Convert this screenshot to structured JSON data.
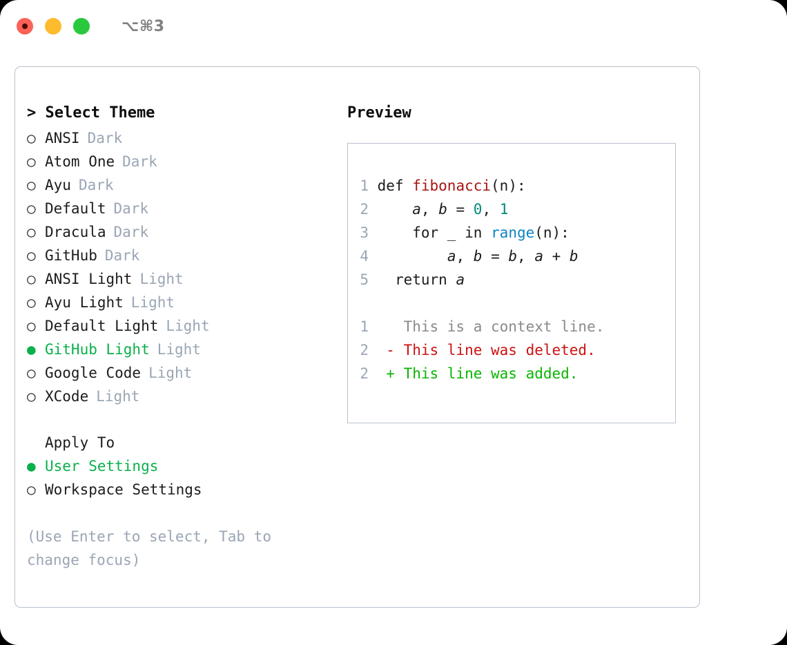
{
  "titlebar": {
    "shortcut": "⌥⌘3",
    "buttons": [
      "close",
      "minimize",
      "maximize"
    ]
  },
  "theme_panel": {
    "heading": "> Select Theme",
    "marker_selected": "●",
    "marker_unselected": "○",
    "items": [
      {
        "name": "ANSI",
        "tag": "Dark",
        "selected": false
      },
      {
        "name": "Atom One",
        "tag": "Dark",
        "selected": false
      },
      {
        "name": "Ayu",
        "tag": "Dark",
        "selected": false
      },
      {
        "name": "Default",
        "tag": "Dark",
        "selected": false
      },
      {
        "name": "Dracula",
        "tag": "Dark",
        "selected": false
      },
      {
        "name": "GitHub",
        "tag": "Dark",
        "selected": false
      },
      {
        "name": "ANSI Light",
        "tag": "Light",
        "selected": false
      },
      {
        "name": "Ayu Light",
        "tag": "Light",
        "selected": false
      },
      {
        "name": "Default Light",
        "tag": "Light",
        "selected": false
      },
      {
        "name": "GitHub Light",
        "tag": "Light",
        "selected": true
      },
      {
        "name": "Google Code",
        "tag": "Light",
        "selected": false
      },
      {
        "name": "XCode",
        "tag": "Light",
        "selected": false
      }
    ],
    "apply_to": {
      "title": "Apply To",
      "options": [
        {
          "name": "User Settings",
          "selected": true
        },
        {
          "name": "Workspace Settings",
          "selected": false
        }
      ]
    },
    "hint": "(Use Enter to select, Tab to change focus)"
  },
  "preview": {
    "title": "Preview",
    "code": [
      {
        "ln": "1",
        "tokens": [
          {
            "t": "def ",
            "c": "kw"
          },
          {
            "t": "fibonacci",
            "c": "fn"
          },
          {
            "t": "(n):",
            "c": "kw"
          }
        ]
      },
      {
        "ln": "2",
        "tokens": [
          {
            "t": "    ",
            "c": "kw"
          },
          {
            "t": "a",
            "c": "var"
          },
          {
            "t": ", ",
            "c": "kw"
          },
          {
            "t": "b",
            "c": "var"
          },
          {
            "t": " = ",
            "c": "kw"
          },
          {
            "t": "0",
            "c": "num"
          },
          {
            "t": ", ",
            "c": "kw"
          },
          {
            "t": "1",
            "c": "num"
          }
        ]
      },
      {
        "ln": "3",
        "tokens": [
          {
            "t": "    for _ in ",
            "c": "kw"
          },
          {
            "t": "range",
            "c": "bi"
          },
          {
            "t": "(n):",
            "c": "kw"
          }
        ]
      },
      {
        "ln": "4",
        "tokens": [
          {
            "t": "        ",
            "c": "kw"
          },
          {
            "t": "a",
            "c": "var"
          },
          {
            "t": ", ",
            "c": "kw"
          },
          {
            "t": "b",
            "c": "var"
          },
          {
            "t": " = ",
            "c": "kw"
          },
          {
            "t": "b",
            "c": "var"
          },
          {
            "t": ", ",
            "c": "kw"
          },
          {
            "t": "a",
            "c": "var"
          },
          {
            "t": " + ",
            "c": "kw"
          },
          {
            "t": "b",
            "c": "var"
          }
        ]
      },
      {
        "ln": "5",
        "tokens": [
          {
            "t": "  return ",
            "c": "kw"
          },
          {
            "t": "a",
            "c": "var"
          }
        ]
      }
    ],
    "diff": [
      {
        "ln": "1",
        "marker": " ",
        "text": "This is a context line.",
        "kind": "d-ctx"
      },
      {
        "ln": "2",
        "marker": "-",
        "text": "This line was deleted.",
        "kind": "d-del"
      },
      {
        "ln": "2",
        "marker": "+",
        "text": "This line was added.",
        "kind": "d-add"
      }
    ]
  },
  "colors": {
    "accent_green": "#0ab04a",
    "diff_add": "#0ab500",
    "diff_del": "#cc1111",
    "diff_ctx": "#8a8a8a",
    "tag_grey": "#9aa5b4",
    "border": "#b9c0cc",
    "fn_red": "#a81414",
    "builtin_blue": "#0b84c4",
    "number_teal": "#00897b"
  }
}
